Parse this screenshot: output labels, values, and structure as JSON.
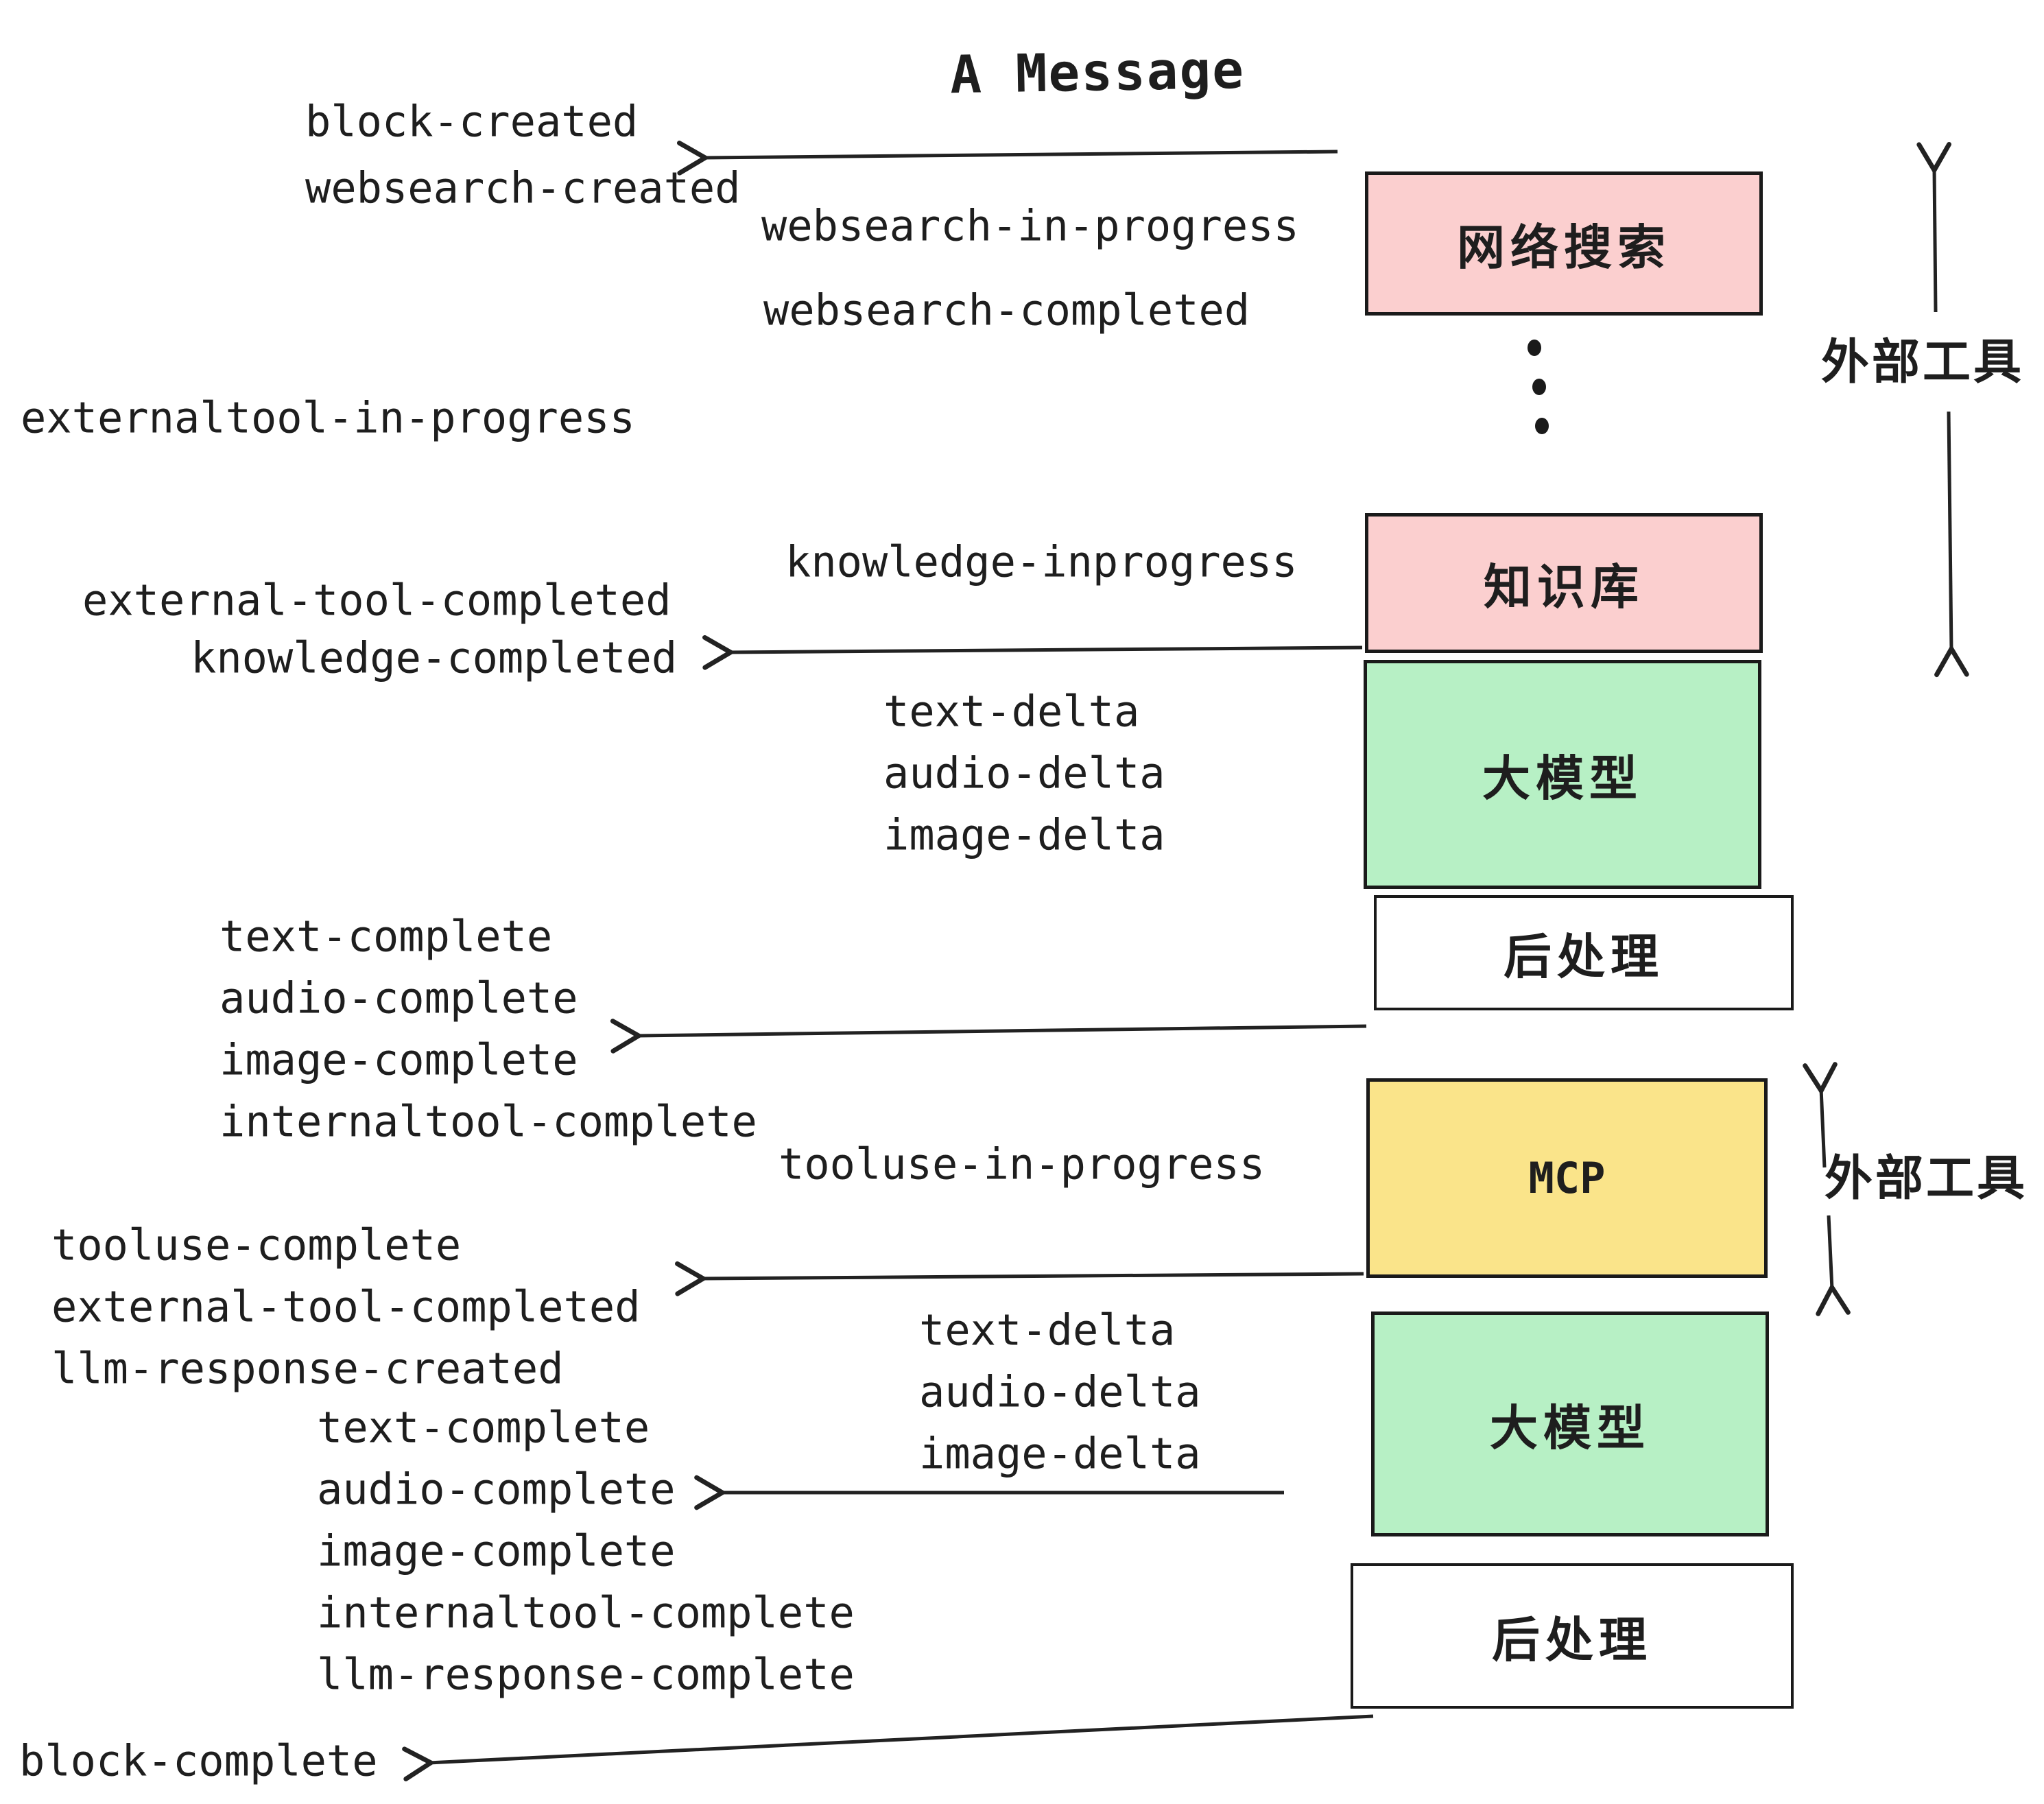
{
  "title": "A Message",
  "colors": {
    "box_pink": "#fbcfcf",
    "box_green": "#b7f0c5",
    "box_yellow": "#fae48a",
    "box_white": "#ffffff",
    "stroke": "#1e1e1e"
  },
  "boxes": [
    {
      "id": "websearch",
      "label": "网络搜索",
      "color": "#fbcfcf"
    },
    {
      "id": "knowledge",
      "label": "知识库",
      "color": "#fbcfcf"
    },
    {
      "id": "llm-1",
      "label": "大模型",
      "color": "#b7f0c5"
    },
    {
      "id": "post-1",
      "label": "后处理",
      "color": "#ffffff"
    },
    {
      "id": "mcp",
      "label": "MCP",
      "color": "#fae48a"
    },
    {
      "id": "llm-2",
      "label": "大模型",
      "color": "#b7f0c5"
    },
    {
      "id": "post-2",
      "label": "后处理",
      "color": "#ffffff"
    }
  ],
  "side_labels": [
    {
      "id": "external-tools-top",
      "text": "外部工具"
    },
    {
      "id": "external-tools-mcp",
      "text": "外部工具"
    }
  ],
  "events": [
    "block-created",
    "websearch-created",
    "websearch-in-progress",
    "websearch-completed",
    "externaltool-in-progress",
    "knowledge-inprogress",
    "external-tool-completed",
    "knowledge-completed",
    "text-delta",
    "audio-delta",
    "image-delta",
    "text-complete",
    "audio-complete",
    "image-complete",
    "internaltool-complete",
    "tooluse-in-progress",
    "tooluse-complete",
    "external-tool-completed",
    "llm-response-created",
    "text-delta",
    "audio-delta",
    "image-delta",
    "text-complete",
    "audio-complete",
    "image-complete",
    "internaltool-complete",
    "llm-response-complete",
    "block-complete"
  ]
}
